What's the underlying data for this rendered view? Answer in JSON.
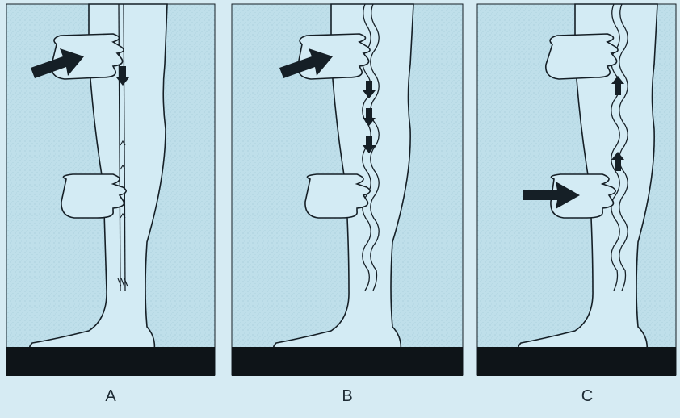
{
  "figure": {
    "panels": [
      {
        "label": "A"
      },
      {
        "label": "B"
      },
      {
        "label": "C"
      }
    ]
  },
  "colors": {
    "background": "#d6ebf3",
    "panel_fill": "#bcdde9",
    "ink": "#151f26",
    "skin": "#d3ebf4",
    "floor": "#0e1418"
  }
}
